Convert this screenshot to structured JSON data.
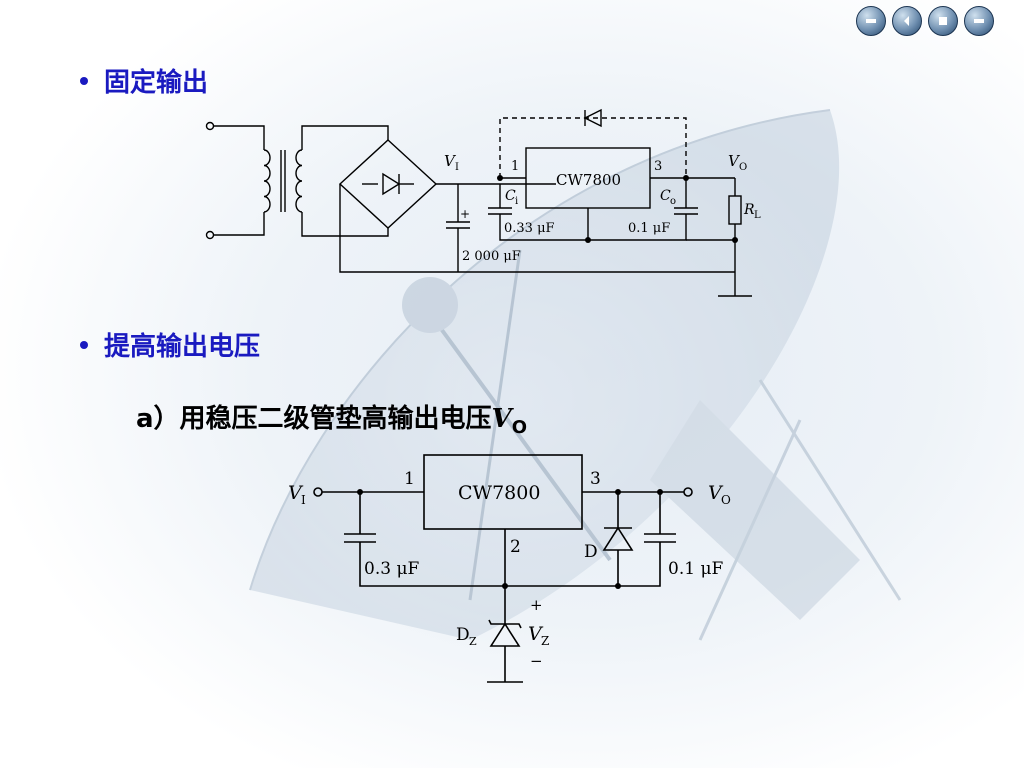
{
  "nav": {
    "buttons": [
      "first-icon",
      "previous-icon",
      "next-icon",
      "last-icon"
    ]
  },
  "section1": {
    "heading": "固定输出",
    "circuit": {
      "regulator": "CW7800",
      "vi_label": "V",
      "vi_sub": "I",
      "vo_label": "V",
      "vo_sub": "O",
      "pin1": "1",
      "pin3": "3",
      "ci_label": "C",
      "ci_sub": "i",
      "co_label": "C",
      "co_sub": "o",
      "ci_value": "0.33 μF",
      "co_value": "0.1 μF",
      "filter_cap_value": "2 000 μF",
      "plus": "+",
      "rl_label": "R",
      "rl_sub": "L"
    }
  },
  "section2": {
    "heading": "提高输出电压",
    "subheading_text": "a）用稳压二级管垫高输出电压",
    "subheading_sym": "V",
    "subheading_sub": "O",
    "circuit": {
      "regulator": "CW7800",
      "vi_label": "V",
      "vi_sub": "I",
      "vo_label": "V",
      "vo_sub": "O",
      "pin1": "1",
      "pin2": "2",
      "pin3": "3",
      "cin_value": "0.3 μF",
      "cout_value": "0.1 μF",
      "diode_label": "D",
      "dz_label": "D",
      "dz_sub": "Z",
      "vz_label": "V",
      "vz_sub": "Z",
      "plus": "+",
      "minus": "−"
    }
  },
  "colors": {
    "heading": "#1a1ac0"
  }
}
